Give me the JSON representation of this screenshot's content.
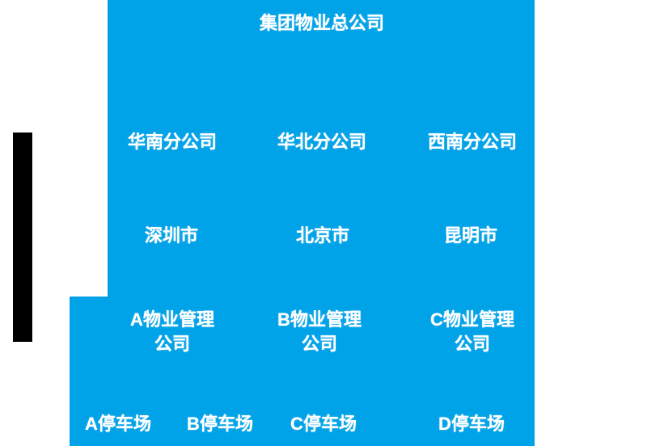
{
  "colors": {
    "canvas_background": "#ffffff",
    "chart_fill": "#00a2e8",
    "bar_fill": "#000000",
    "label_text": "#ffffff"
  },
  "org_chart": {
    "root": {
      "label": "集团物业总公司"
    },
    "branches": [
      {
        "label": "华南分公司"
      },
      {
        "label": "华北分公司"
      },
      {
        "label": "西南分公司"
      }
    ],
    "cities": [
      {
        "label": "深圳市"
      },
      {
        "label": "北京市"
      },
      {
        "label": "昆明市"
      }
    ],
    "companies": [
      {
        "label": "A物业管理公司",
        "line1": "A物业管理",
        "line2": "公司"
      },
      {
        "label": "B物业管理公司",
        "line1": "B物业管理",
        "line2": "公司"
      },
      {
        "label": "C物业管理公司",
        "line1": "C物业管理",
        "line2": "公司"
      }
    ],
    "parking_lots": [
      {
        "label": "A停车场"
      },
      {
        "label": "B停车场"
      },
      {
        "label": "C停车场"
      },
      {
        "label": "D停车场"
      }
    ]
  }
}
